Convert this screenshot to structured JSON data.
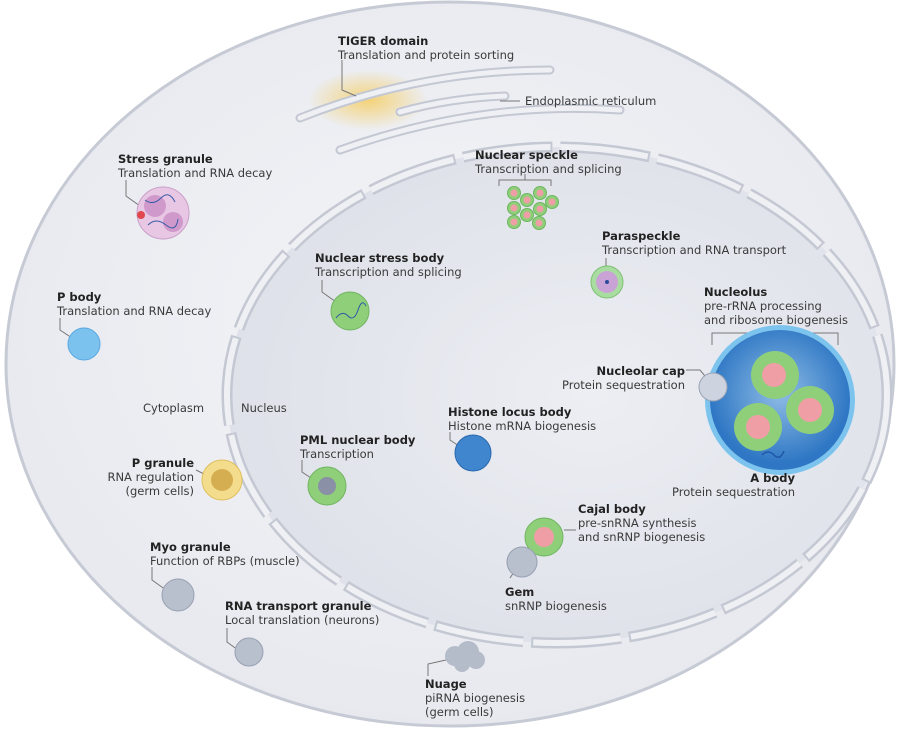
{
  "regions": {
    "cytoplasm": "Cytoplasm",
    "nucleus": "Nucleus"
  },
  "colors": {
    "cell": "#eef0f4",
    "nucleus": "#e4e7ee",
    "envelope": "#c9cdd8",
    "green": "#8fcf7a",
    "pink": "#f0a0a8",
    "blue": "#3f86cf",
    "yellow": "#f2d27a",
    "grey": "#b4bac8"
  },
  "labels": {
    "tiger": {
      "title": "TIGER domain",
      "desc": [
        "Translation and protein sorting"
      ]
    },
    "er": {
      "title": "Endoplasmic reticulum"
    },
    "stress_granule": {
      "title": "Stress granule",
      "desc": [
        "Translation and RNA decay"
      ]
    },
    "p_body": {
      "title": "P body",
      "desc": [
        "Translation and RNA decay"
      ]
    },
    "p_granule": {
      "title": "P granule",
      "desc": [
        "RNA regulation",
        "(germ cells)"
      ]
    },
    "myo_granule": {
      "title": "Myo granule",
      "desc": [
        "Function of RBPs (muscle)"
      ]
    },
    "rna_transport_granule": {
      "title": "RNA transport granule",
      "desc": [
        "Local translation (neurons)"
      ]
    },
    "nuage": {
      "title": "Nuage",
      "desc": [
        "piRNA biogenesis",
        "(germ cells)"
      ]
    },
    "nuclear_speckle": {
      "title": "Nuclear speckle",
      "desc": [
        "Transcription and splicing"
      ]
    },
    "paraspeckle": {
      "title": "Paraspeckle",
      "desc": [
        "Transcription and RNA transport"
      ]
    },
    "nuclear_stress_body": {
      "title": "Nuclear stress body",
      "desc": [
        "Transcription and splicing"
      ]
    },
    "nucleolus": {
      "title": "Nucleolus",
      "desc": [
        "pre-rRNA processing",
        "and ribosome biogenesis"
      ]
    },
    "nucleolar_cap": {
      "title": "Nucleolar cap",
      "desc": [
        "Protein sequestration"
      ]
    },
    "a_body": {
      "title": "A body",
      "desc": [
        "Protein sequestration"
      ]
    },
    "histone_locus_body": {
      "title": "Histone locus body",
      "desc": [
        "Histone mRNA biogenesis"
      ]
    },
    "pml_body": {
      "title": "PML nuclear body",
      "desc": [
        "Transcription"
      ]
    },
    "cajal_body": {
      "title": "Cajal body",
      "desc": [
        "pre-snRNA synthesis",
        "and snRNP biogenesis"
      ]
    },
    "gem": {
      "title": "Gem",
      "desc": [
        "snRNP biogenesis"
      ]
    }
  }
}
